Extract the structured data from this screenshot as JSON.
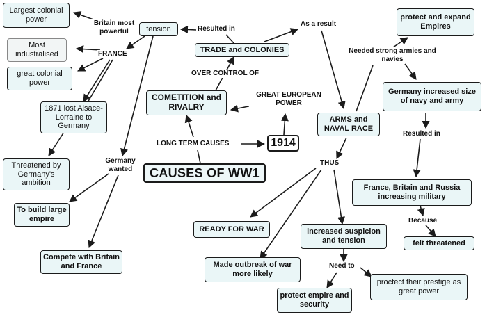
{
  "nodes": {
    "largest_colonial": "Largest colonial power",
    "most_industrialised": "Most industralised",
    "great_colonial": "great colonial power",
    "alsace": "1871 lost Alsace-Lorraine to Germany",
    "threatened_ambition": "Threatened by Germany's ambition",
    "build_empire": "To build large empire",
    "compete": "Compete with Britain and France",
    "tension": "tension",
    "trade_colonies": "TRADE and COLONIES",
    "competition": "COMETITION and RIVALRY",
    "causes": "CAUSES OF WW1",
    "year": "1914",
    "arms_race": "ARMS and NAVAL RACE",
    "protect_expand": "protect and expand Empires",
    "germany_navy": "Germany increased size of navy and army",
    "military": "France, Britain and Russia increasing military",
    "felt_threatened": "felt threatened",
    "ready_war": "READY FOR WAR",
    "outbreak": "Made outbreak of war more likely",
    "suspicion": "increased suspicion and tension",
    "protect_security": "protect empire and security",
    "prestige": "proctect their prestige as great power"
  },
  "labels": {
    "britain": "Britain most powerful",
    "france": "FRANCE",
    "germany_wanted": "Germany wanted",
    "resulted_in_1": "Resulted in",
    "as_a_result": "As a result",
    "over_control": "OVER CONTROL OF",
    "long_term": "LONG TERM CAUSES",
    "great_european": "GREAT EUROPEAN POWER",
    "needed_armies": "Needed strong armies and navies",
    "resulted_in_2": "Resulted in",
    "because": "Because",
    "thus": "THUS",
    "need_to": "Need to"
  },
  "colors": {
    "node_fill": "#eaf6f7",
    "line": "#1b1b1b"
  }
}
